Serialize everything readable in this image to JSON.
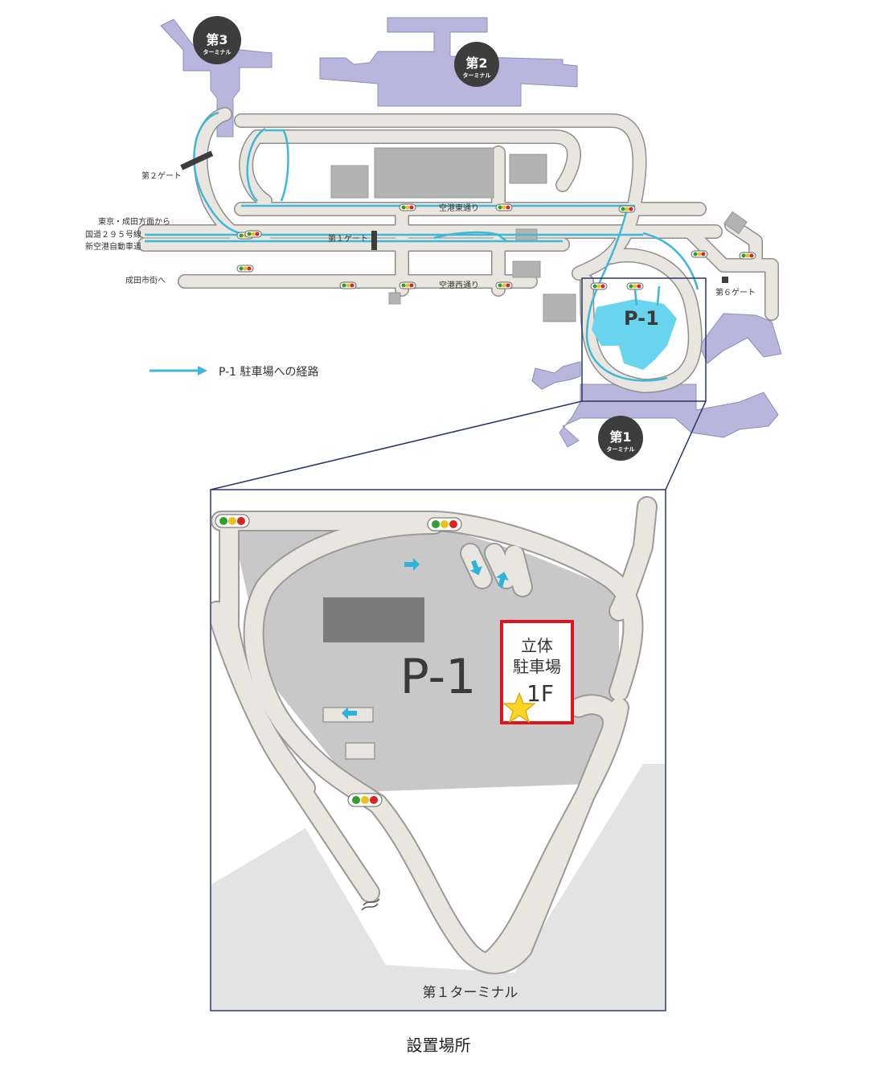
{
  "terminals": [
    {
      "main": "第3",
      "sub": "ターミナル"
    },
    {
      "main": "第2",
      "sub": "ターミナル"
    },
    {
      "main": "第1",
      "sub": "ターミナル"
    }
  ],
  "labels": {
    "gate2": "第２ゲート",
    "gate1": "第１ゲート",
    "gate6": "第６ゲート",
    "from_tokyo": "東京・成田方面から",
    "route295": "国道２９５号線",
    "expressway": "新空港自動車道",
    "to_narita": "成田市街へ",
    "east_road": "空港東通り",
    "west_road": "空港西通り",
    "p1_small": "P-1",
    "p1_big": "P-1"
  },
  "legend": {
    "route_text": "P-1 駐車場への経路"
  },
  "detail": {
    "box_line1": "立体",
    "box_line2": "駐車場",
    "box_floor": "1F",
    "terminal_label": "第１ターミナル"
  },
  "caption": "設置場所",
  "colors": {
    "road": "#e9e6df",
    "road_edge": "#8f8f8f",
    "terminal": "#b8b6dc",
    "route": "#3fb7d8",
    "building": "#b3b3b3",
    "badge": "#3d3d3d",
    "frame": "#2b3566",
    "highlight": "#e0151c",
    "star": "#ffd426"
  }
}
